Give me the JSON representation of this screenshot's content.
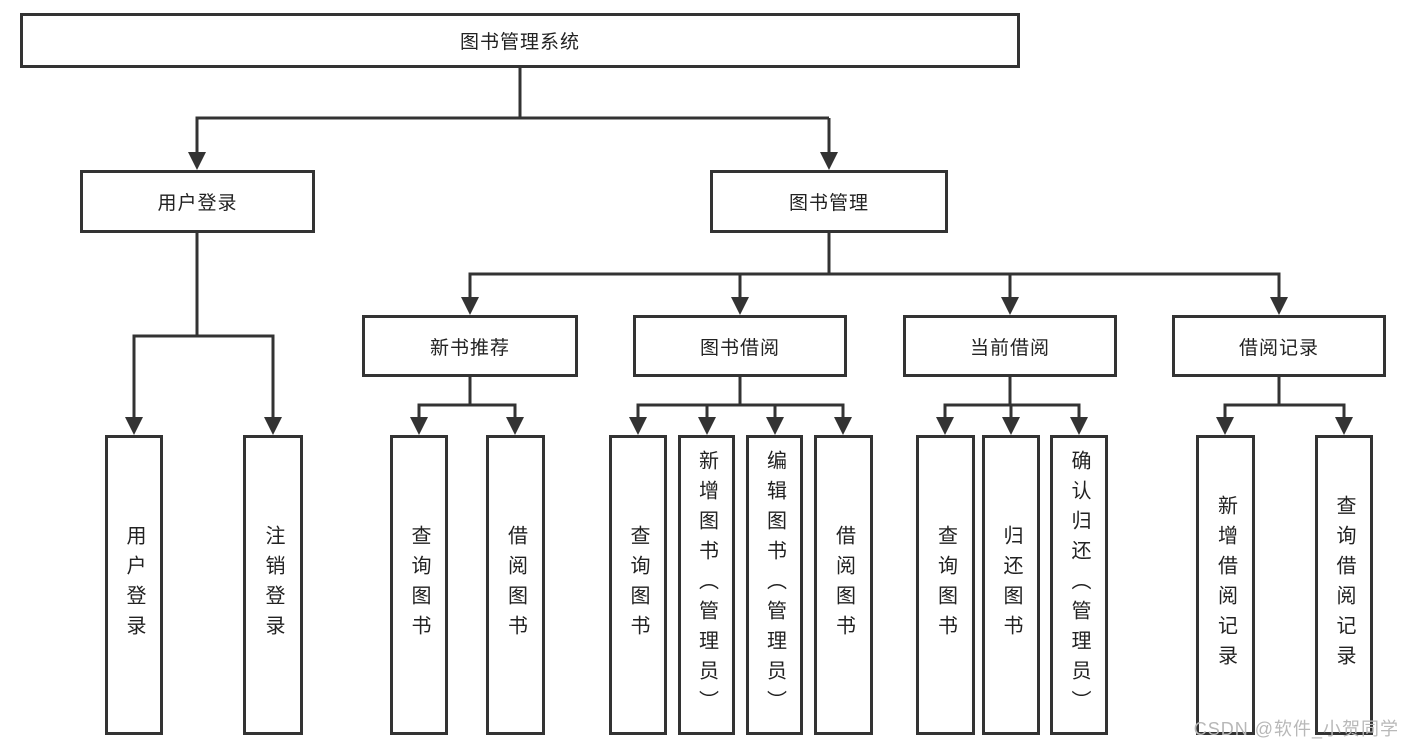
{
  "diagram": {
    "root": {
      "label": "图书管理系统",
      "children": [
        {
          "label": "用户登录",
          "children": [
            {
              "label": "用户登录"
            },
            {
              "label": "注销登录"
            }
          ]
        },
        {
          "label": "图书管理",
          "children": [
            {
              "label": "新书推荐",
              "children": [
                {
                  "label": "查询图书"
                },
                {
                  "label": "借阅图书"
                }
              ]
            },
            {
              "label": "图书借阅",
              "children": [
                {
                  "label": "查询图书"
                },
                {
                  "label": "新增图书（管理员）"
                },
                {
                  "label": "编辑图书（管理员）"
                },
                {
                  "label": "借阅图书"
                }
              ]
            },
            {
              "label": "当前借阅",
              "children": [
                {
                  "label": "查询图书"
                },
                {
                  "label": "归还图书"
                },
                {
                  "label": "确认归还（管理员）"
                }
              ]
            },
            {
              "label": "借阅记录",
              "children": [
                {
                  "label": "新增借阅记录"
                },
                {
                  "label": "查询借阅记录"
                }
              ]
            }
          ]
        }
      ]
    },
    "colors": {
      "line": "#333333",
      "text": "#222222",
      "watermark": "#b8b8b8",
      "background": "#ffffff"
    },
    "watermark": "CSDN @软件_小贺同学"
  }
}
